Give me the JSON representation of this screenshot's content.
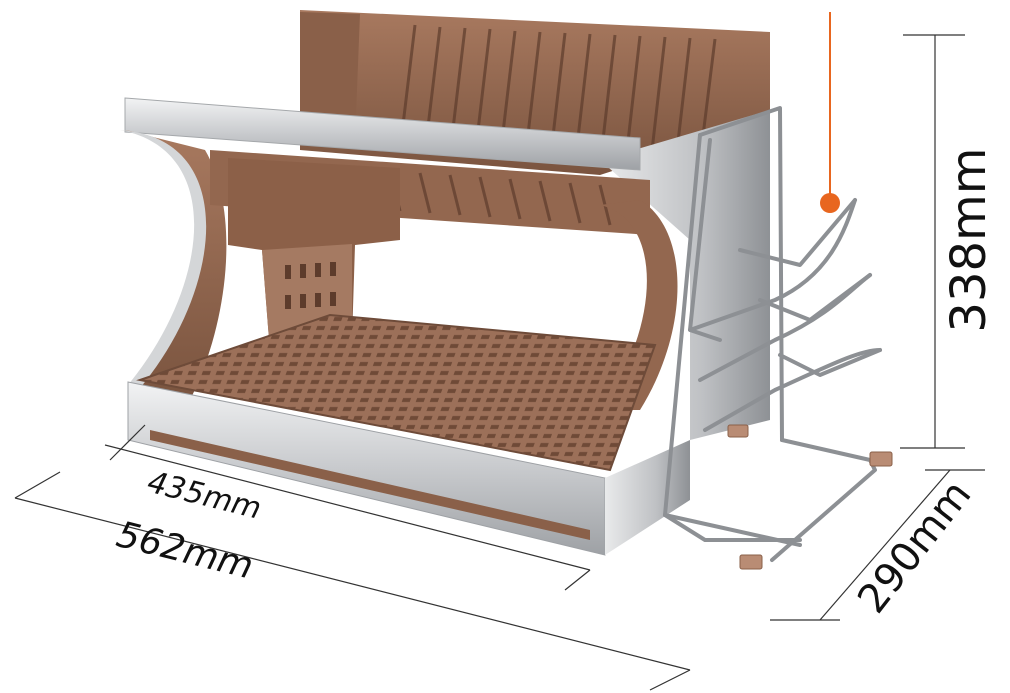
{
  "image": {
    "subject": "Two-tier dish drying rack with side lid holder, annotated with dimensions",
    "colors": {
      "accent": "#e8661f",
      "rack_brown": "#9a6e57",
      "rack_brown_dark": "#6e4b39",
      "frame_silver": "#c9cbce"
    }
  },
  "dimensions": {
    "height": "338mm",
    "depth": "290mm",
    "inner_width": "435mm",
    "outer_width": "562mm"
  }
}
